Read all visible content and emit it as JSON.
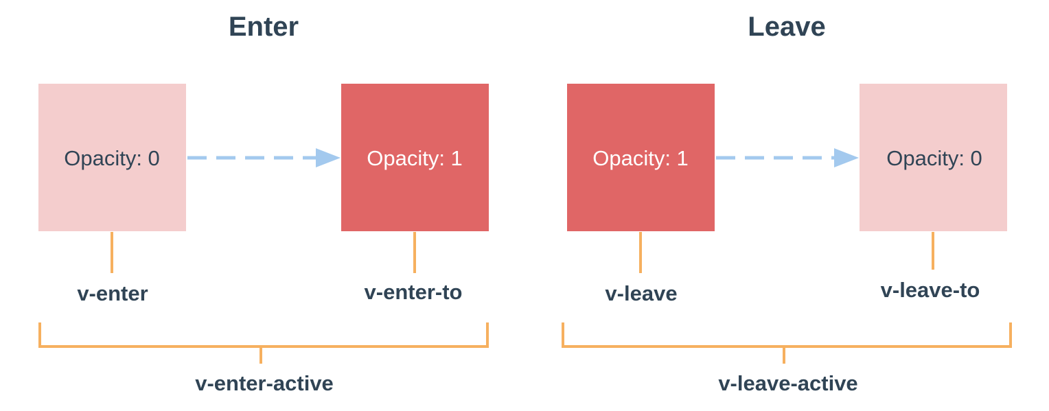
{
  "colors": {
    "box_light": "#F4CDCD",
    "box_dark": "#E06666",
    "text_dark": "#304455",
    "text_light": "#FFFFFF",
    "connector": "#F6B05F",
    "arrow": "#A3C9EE"
  },
  "enter": {
    "title": "Enter",
    "start_box": {
      "text": "Opacity: 0",
      "style": "light"
    },
    "end_box": {
      "text": "Opacity: 1",
      "style": "dark"
    },
    "start_label": "v-enter",
    "end_label": "v-enter-to",
    "active_label": "v-enter-active"
  },
  "leave": {
    "title": "Leave",
    "start_box": {
      "text": "Opacity: 1",
      "style": "dark"
    },
    "end_box": {
      "text": "Opacity: 0",
      "style": "light"
    },
    "start_label": "v-leave",
    "end_label": "v-leave-to",
    "active_label": "v-leave-active"
  }
}
